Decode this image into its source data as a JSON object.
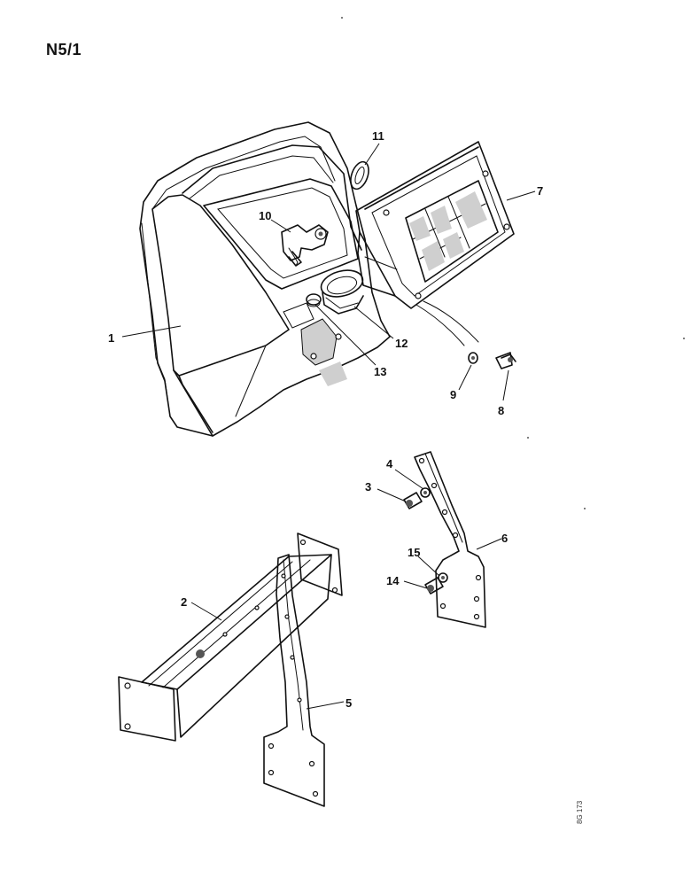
{
  "header": {
    "page_id": "N5/1"
  },
  "footer": {
    "ref_code": "8G 173"
  },
  "callouts": [
    {
      "id": "1",
      "text": "1"
    },
    {
      "id": "2",
      "text": "2"
    },
    {
      "id": "3",
      "text": "3"
    },
    {
      "id": "4",
      "text": "4"
    },
    {
      "id": "5",
      "text": "5"
    },
    {
      "id": "6",
      "text": "6"
    },
    {
      "id": "7",
      "text": "7"
    },
    {
      "id": "8",
      "text": "8"
    },
    {
      "id": "9",
      "text": "9"
    },
    {
      "id": "10",
      "text": "10"
    },
    {
      "id": "11",
      "text": "11"
    },
    {
      "id": "12",
      "text": "12"
    },
    {
      "id": "13",
      "text": "13"
    },
    {
      "id": "14",
      "text": "14"
    },
    {
      "id": "15",
      "text": "15"
    }
  ],
  "colors": {
    "ink": "#111111",
    "paper": "#ffffff",
    "shading": "#cfcfcf"
  }
}
